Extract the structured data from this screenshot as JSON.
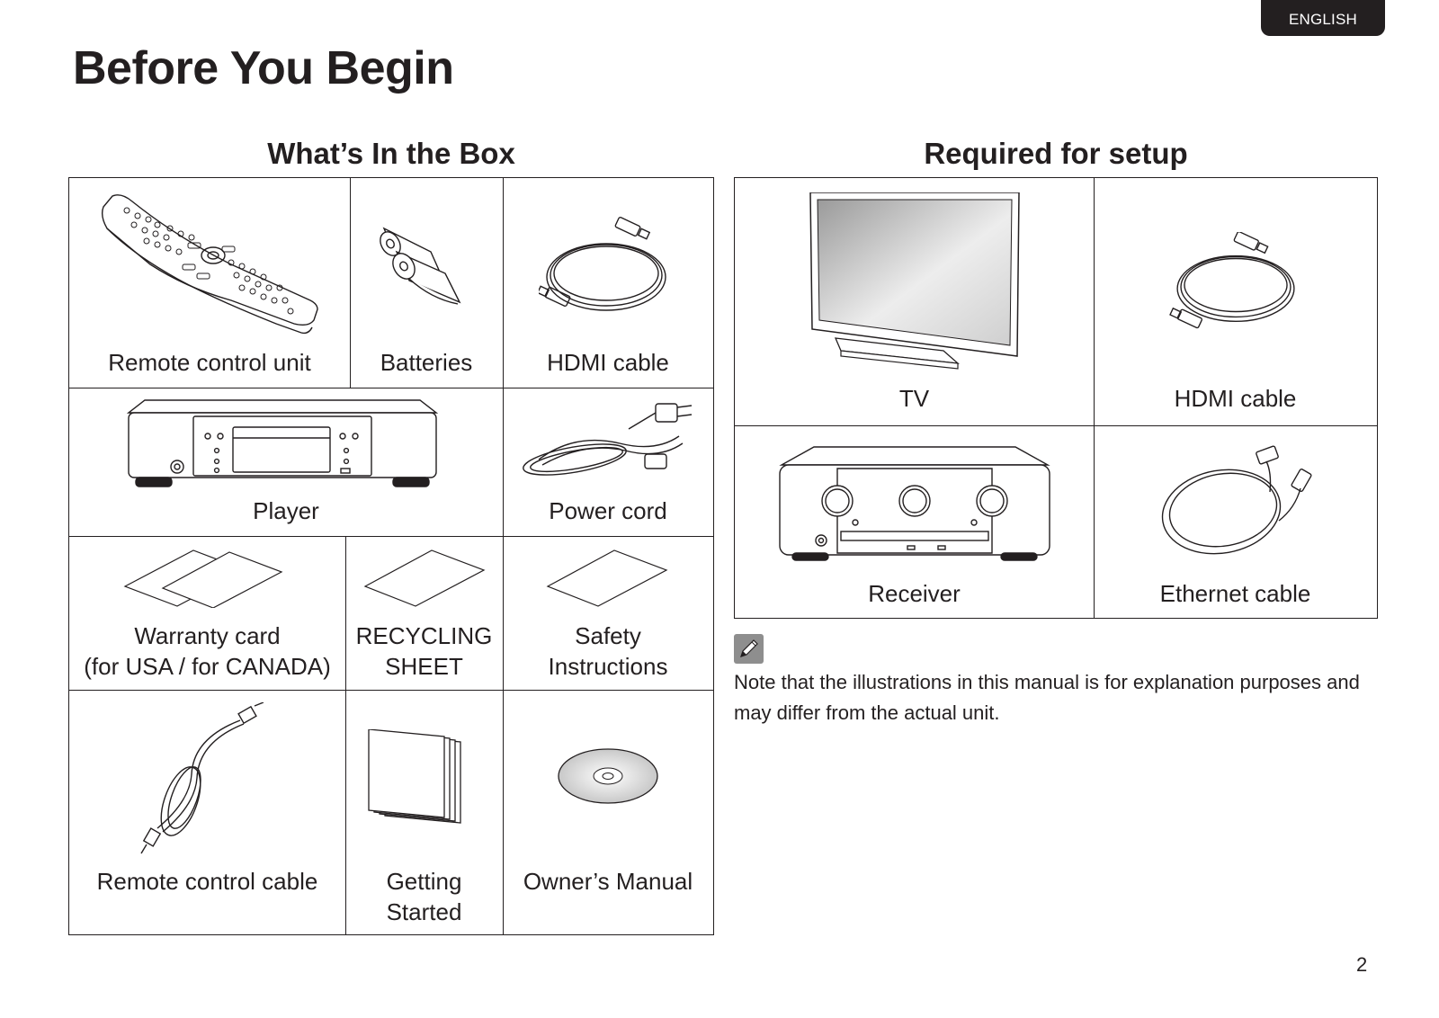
{
  "header": {
    "language_tab": "ENGLISH",
    "page_title": "Before You Begin"
  },
  "in_box": {
    "title": "What’s In the Box",
    "items": {
      "remote": "Remote control unit",
      "batteries": "Batteries",
      "hdmi": "HDMI cable",
      "player": "Player",
      "power_cord": "Power cord",
      "warranty_l1": "Warranty card",
      "warranty_l2": "(for USA / for CANADA)",
      "recycling_l1": "RECYCLING",
      "recycling_l2": "SHEET",
      "safety_l1": "Safety",
      "safety_l2": "Instructions",
      "remote_cable": "Remote control cable",
      "getting_l1": "Getting",
      "getting_l2": "Started",
      "owners_manual": "Owner’s Manual"
    }
  },
  "required": {
    "title": "Required for setup",
    "items": {
      "tv": "TV",
      "hdmi": "HDMI cable",
      "receiver": "Receiver",
      "ethernet": "Ethernet cable"
    }
  },
  "note": {
    "icon": "pencil-note-icon",
    "text": "Note that the illustrations in this manual is for explanation purposes and may differ from the actual unit."
  },
  "footer": {
    "page_number": "2"
  }
}
